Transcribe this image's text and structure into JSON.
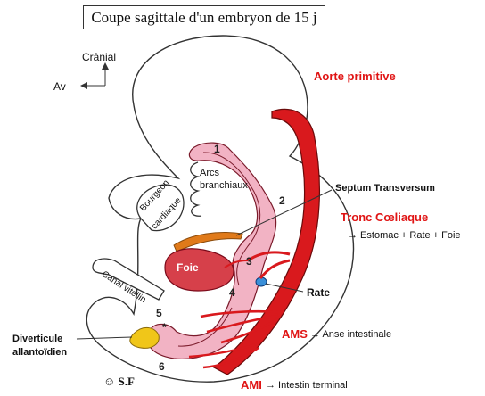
{
  "title": "Coupe sagittale d'un embryon de 15 j",
  "orientation": {
    "cranial": "Crânial",
    "anterior": "Av"
  },
  "labels": {
    "arcs_line1": "Arcs",
    "arcs_line2": "branchiaux",
    "bourgeon_line1": "Bourgeon",
    "bourgeon_line2": "cardiaque",
    "foie": "Foie",
    "canal_vitellin": "Canal vitellin",
    "aorte": "Aorte primitive",
    "septum": "Septum Transversum",
    "tronc": "Tronc Cœliaque",
    "tronc_detail": "→  Estomac + Rate + Foie",
    "rate": "Rate",
    "ams": "AMS",
    "ams_detail": "→ Anse intestinale",
    "ami": "AMI",
    "ami_detail": "→ Intestin terminal",
    "diverticule_line1": "Diverticule",
    "diverticule_line2": "allantoïdien",
    "signature": "S.F",
    "star": "*"
  },
  "numbers": [
    "1",
    "2",
    "3",
    "4",
    "5",
    "6"
  ],
  "colors": {
    "aorta": "#d9191d",
    "gut_fill": "#f2b3c4",
    "liver": "#d6404a",
    "septum": "#e07a1a",
    "spleen": "#3a8fd8",
    "allantois": "#f0c619",
    "label_red": "#e01414"
  }
}
